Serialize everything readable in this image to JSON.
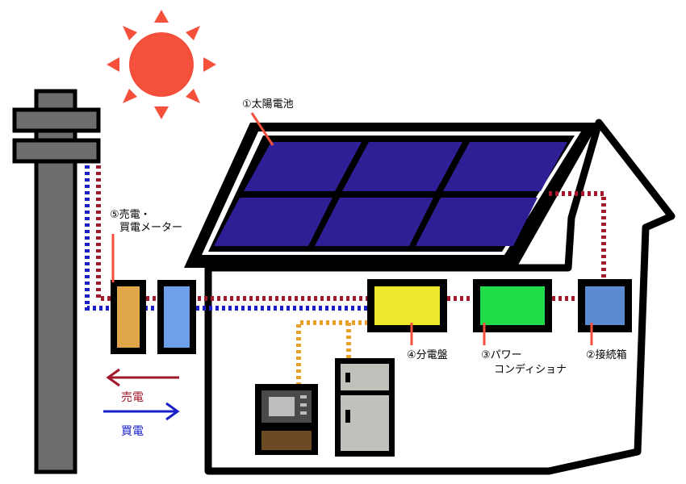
{
  "labels": {
    "solar_panel": "①太陽電池",
    "meter_line1": "⑤売電・",
    "meter_line2": "買電メーター",
    "distribution_board": "④分電盤",
    "power_conditioner_line1": "③パワー",
    "power_conditioner_line2": "コンディショナ",
    "junction_box": "②接続箱",
    "sell": "売電",
    "buy": "買電"
  },
  "colors": {
    "sun": "#f4503c",
    "panel": "#2e1f96",
    "wire_red": "#a0192a",
    "wire_blue": "#1a20c8",
    "wire_orange": "#e8a02e",
    "meter_sell": "#e2a64a",
    "meter_buy": "#6ea0ea",
    "distribution_board": "#efe62e",
    "power_conditioner": "#20dc48",
    "junction_box": "#5a8ad0",
    "pole": "#6d6d6d",
    "sell_arrow": "#a0192a",
    "buy_arrow": "#1a20c8"
  }
}
